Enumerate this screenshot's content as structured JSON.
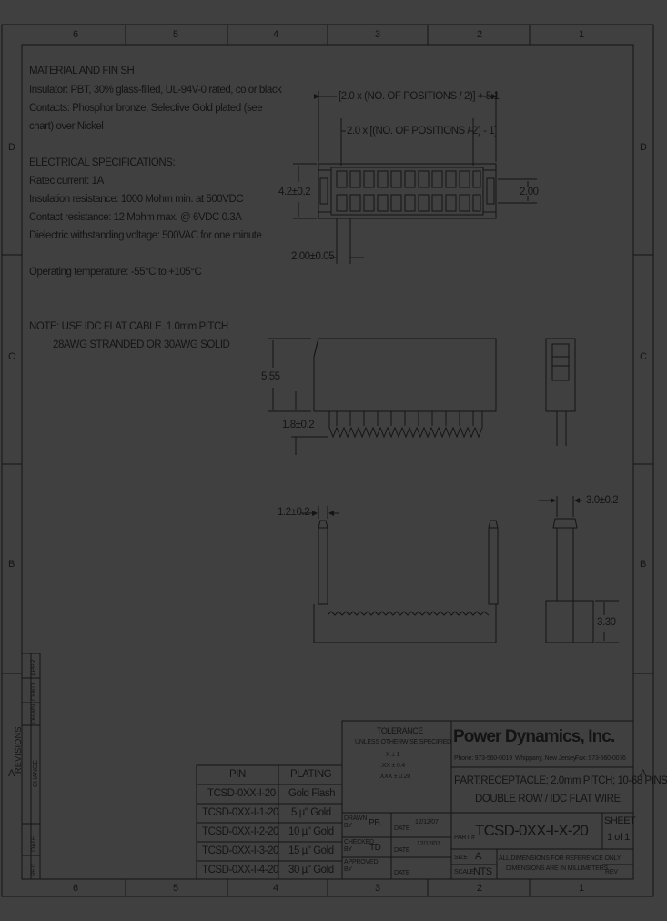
{
  "zones": {
    "columns": [
      "6",
      "5",
      "4",
      "3",
      "2",
      "1"
    ],
    "rows": [
      "D",
      "C",
      "B",
      "A"
    ]
  },
  "notes": {
    "material_heading": "MATERIAL AND FIN SH",
    "insulator": "Insulator:  PBT, 30% glass-filled, UL-94V-0 rated, co or black",
    "contacts_1": "Contacts: Phosphor bronze, Selective Gold plated (see",
    "contacts_2": "chart) over Nickel",
    "electrical_heading": "ELECTRICAL SPECIFICATIONS:",
    "rated_current": "Ratec current: 1A",
    "insulation": "Insulation resistance: 1000 Mohm min. at 500VDC",
    "contact_resistance": "Contact resistance: 12 Mohm max. @ 6VDC 0.3A",
    "dielectric": "Dielectric withstanding voltage: 500VAC for one minute",
    "operating_temp": "Operating temperature: -55°C to +105°C",
    "note_1": "NOTE: USE IDC FLAT CABLE. 1.0mm PITCH",
    "note_2": "28AWG STRANDED OR 30AWG SOLID"
  },
  "dimensions": {
    "overall_width": "[2.0 x (NO. OF POSITIONS / 2)] + 5.1",
    "pin_span": "2.0 x [(NO. OF POSITIONS / 2) - 1]",
    "height_top": "4.2±0.2",
    "row_pitch": "2.00",
    "pin_pitch": "2.00±0.05",
    "body_height": "5.55",
    "tail_length": "1.8±0.2",
    "latch_width": "1.2±0.2",
    "side_width": "3.0±0.2",
    "cover_height": "3.30"
  },
  "plating_table": {
    "headers": [
      "PIN",
      "PLATING"
    ],
    "rows": [
      [
        "TCSD-0XX-I-20",
        "Gold Flash"
      ],
      [
        "TCSD-0XX-I-1-20",
        "5 µ\" Gold"
      ],
      [
        "TCSD-0XX-I-2-20",
        "10 µ\" Gold"
      ],
      [
        "TCSD-0XX-I-3-20",
        "15 µ\" Gold"
      ],
      [
        "TCSD-0XX-I-4-20",
        "30 µ\" Gold"
      ]
    ]
  },
  "revisions": {
    "title": "REVISIONS",
    "change": "CHANGE",
    "cols": [
      "REV",
      "DATE",
      "DRWN",
      "CHKD",
      "APPR"
    ]
  },
  "tolerance": {
    "title": "TOLERANCE",
    "subtitle": "UNLESS OTHERWISE SPECIFIED",
    "x": "X    ±   1",
    "xx": ".XX   ±   0.4",
    "xxx": ".XXX   ±   0.20"
  },
  "signoff": {
    "drawn_label": "DRAWN BY",
    "drawn_by": "PB",
    "drawn_date_label": "DATE",
    "drawn_date": "12/12/07",
    "checked_label": "CHECKED BY",
    "checked_by": "TD",
    "checked_date_label": "DATE",
    "checked_date": "12/12/07",
    "approved_label": "APPROVED BY",
    "approved_date_label": "DATE"
  },
  "title_block": {
    "company": "Power Dynamics, Inc.",
    "phone": "Phone: 973-560-0019",
    "location": "Whippany, New Jersey",
    "fax": "Fax: 973-560-0076",
    "description_1": "PART:RECEPTACLE; 2.0mm PITCH; 10-68 PINS",
    "description_2": "DOUBLE ROW / IDC FLAT WIRE",
    "part_label": "PART #",
    "part_number": "TCSD-0XX-I-X-20",
    "sheet_label": "SHEET",
    "sheet_value": "1 of 1",
    "size_label": "SIZE",
    "size_value": "A",
    "scale_label": "SCALE",
    "scale_value": "NTS",
    "ref_note_1": "ALL DIMENSIONS FOR REFERENCE ONLY",
    "ref_note_2": "DIMENSIONS ARE IN MILLIMETERS",
    "rev_label": "REV"
  }
}
